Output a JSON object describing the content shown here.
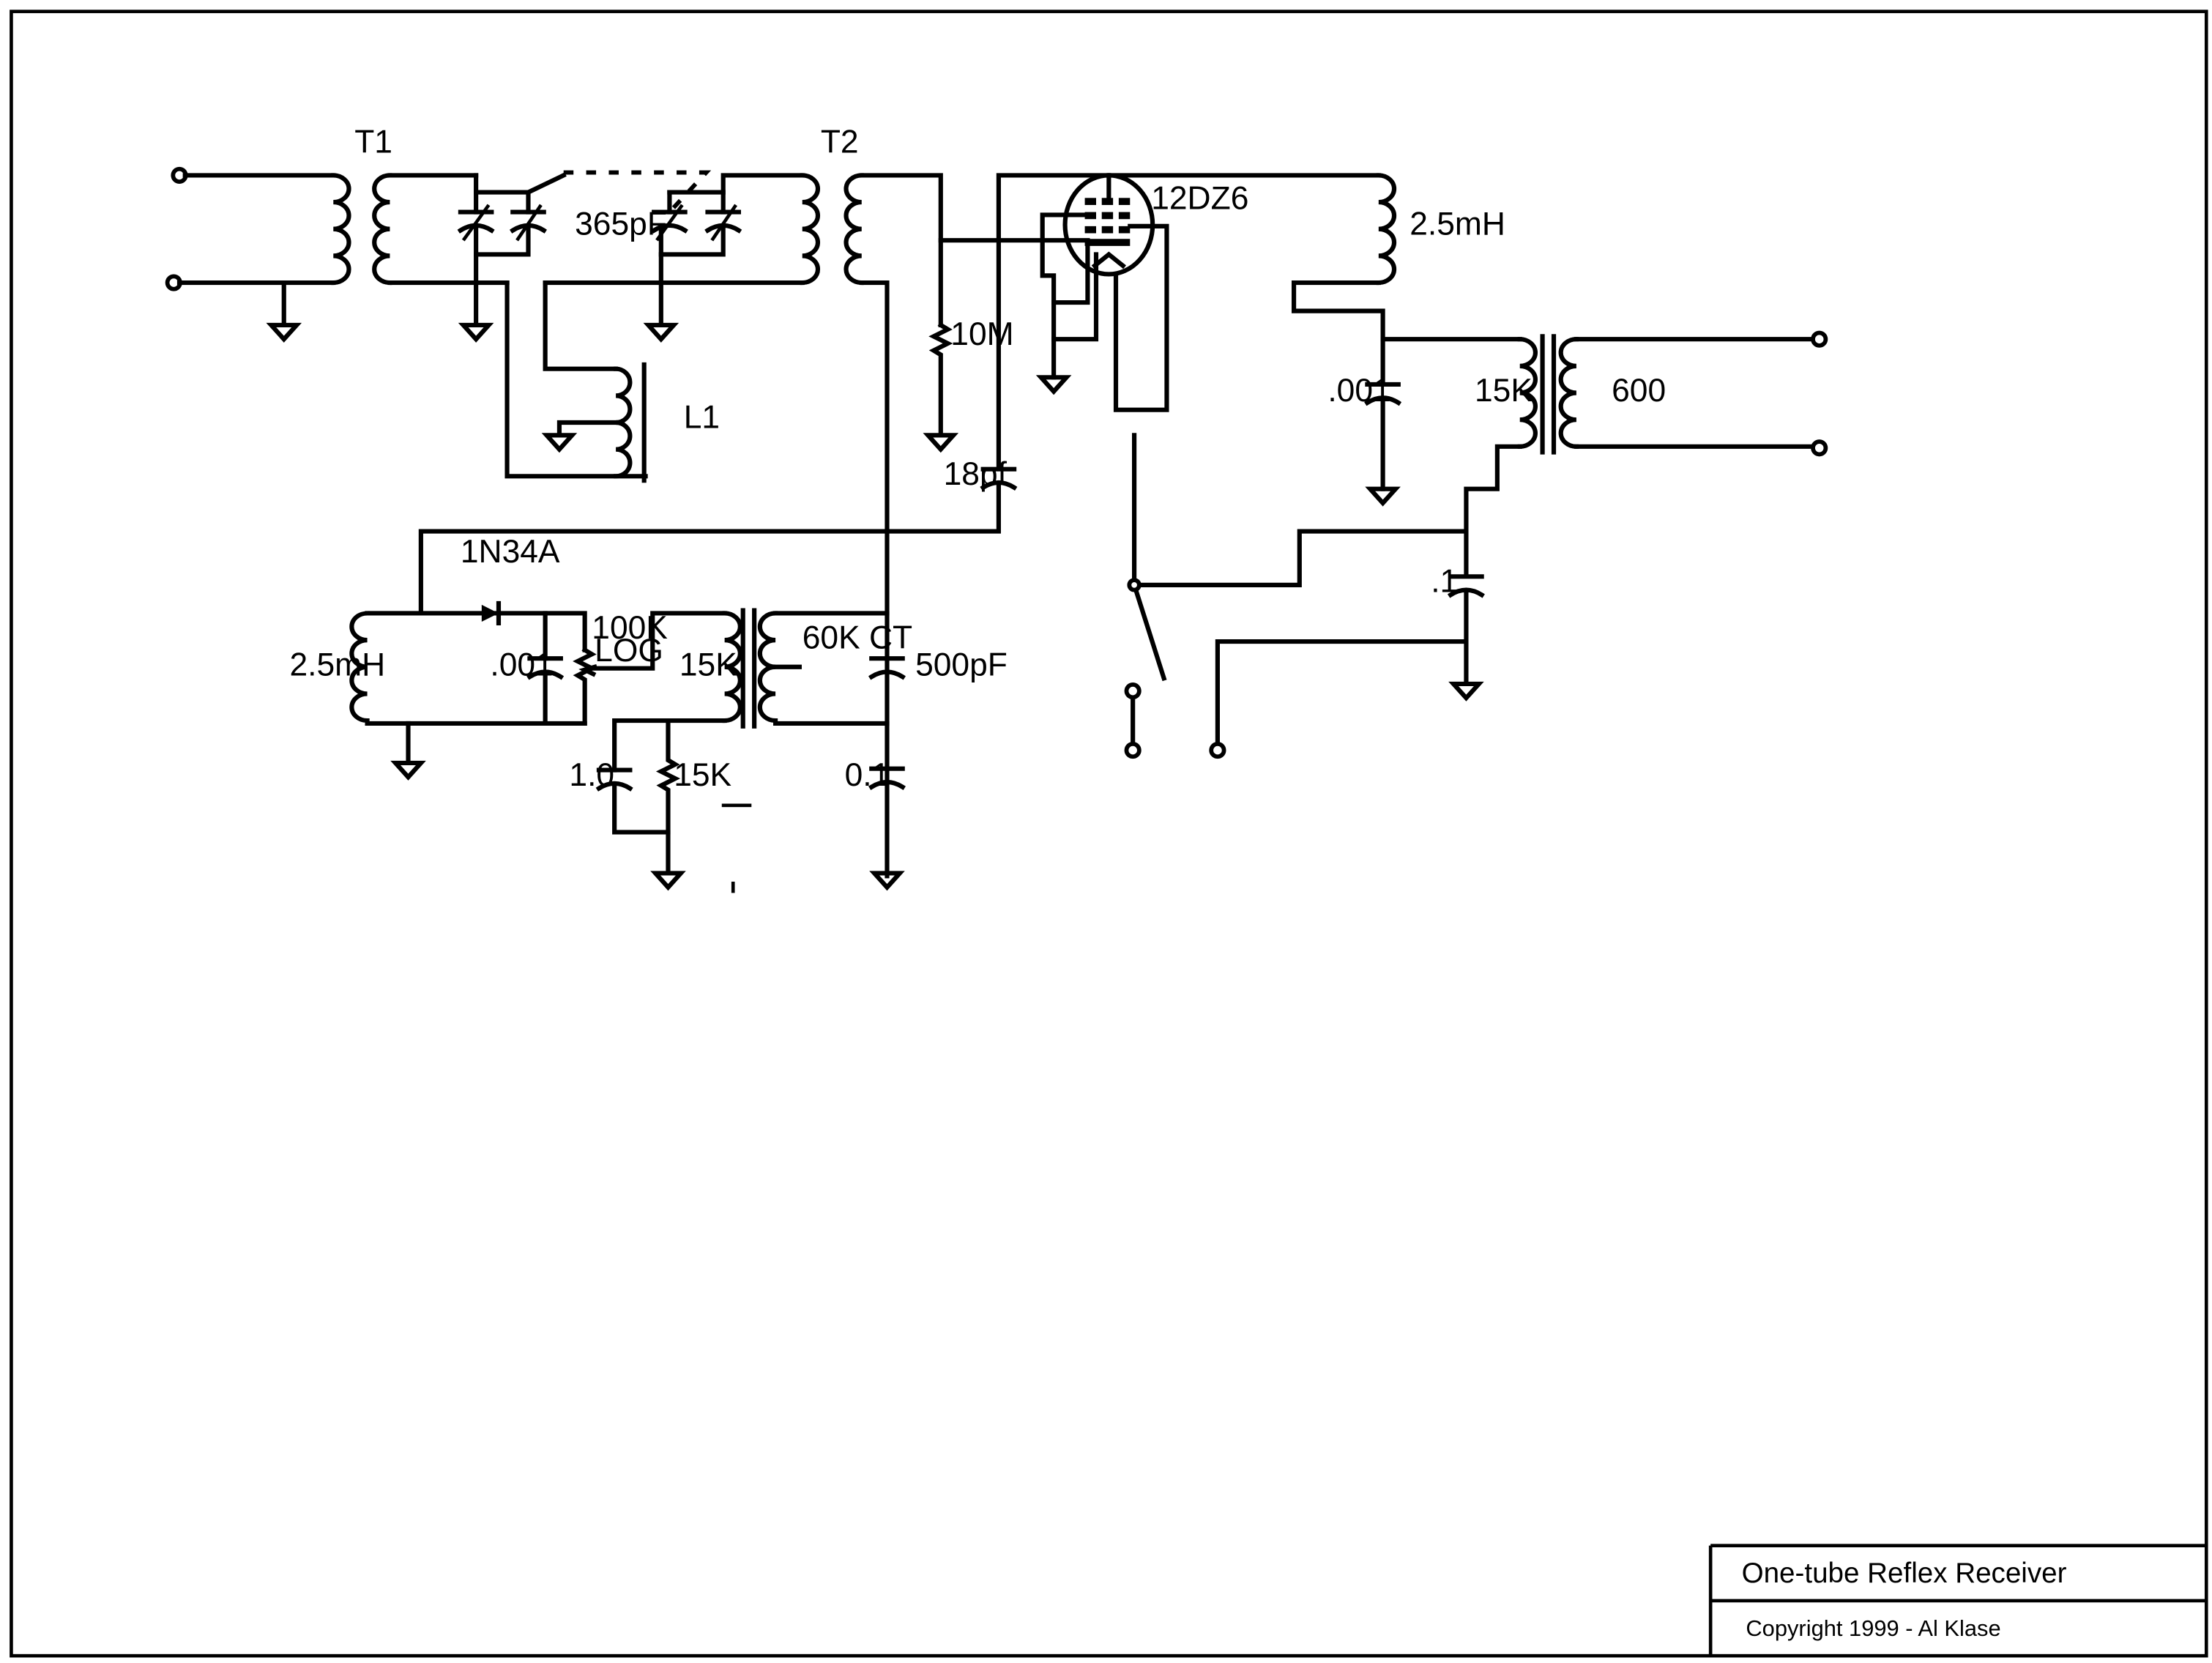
{
  "diagram": {
    "labels": {
      "t1": "T1",
      "t2": "T2",
      "cap_365": "365pF",
      "l1": "L1",
      "tube": "12DZ6",
      "choke_plate": "2.5mH",
      "r_10m": "10M",
      "c_18pf": "18pf",
      "diode": "1N34A",
      "choke_det": "2.5mH",
      "c_det": ".001",
      "pot_value": "100K",
      "pot_taper": "LOG",
      "xfmr_in_pri": "15K",
      "xfmr_in_sec": "60K CT",
      "c_500": "500pF",
      "c_1_0": "1.0",
      "r_15k": "15K",
      "c_0_1": "0.1",
      "c_plate_byp": ".001",
      "xfmr_out_pri": "15K",
      "xfmr_out_sec": "600",
      "c_dot1": ".1"
    },
    "title_block": {
      "title": "One-tube Reflex Receiver",
      "copyright": "Copyright 1999 - Al Klase"
    }
  }
}
